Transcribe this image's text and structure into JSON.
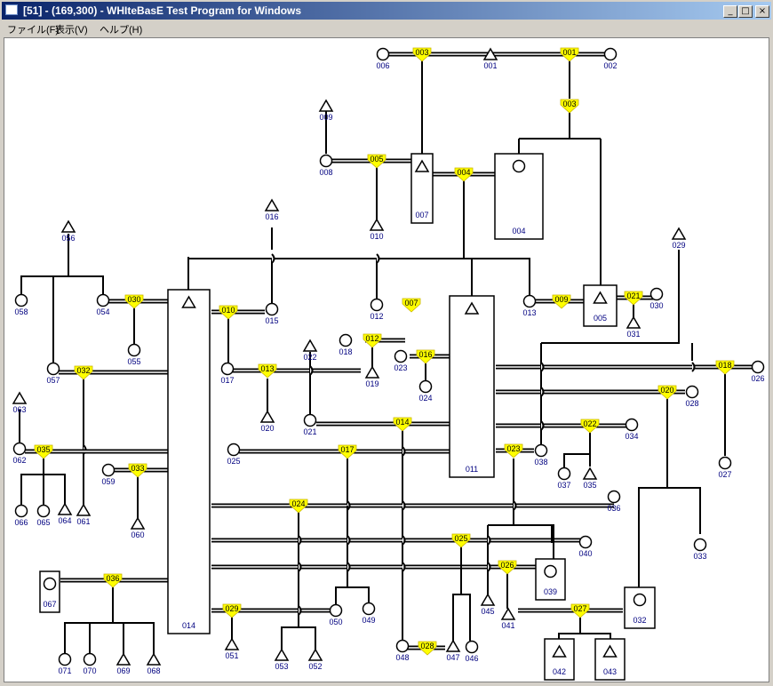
{
  "window": {
    "title": "[51] - (169,300) - WHIteBasE Test Program for Windows"
  },
  "menu": [
    "ファイル(F)",
    "表示(V)",
    "ヘルプ(H)"
  ],
  "title_buttons": {
    "minimize": "_",
    "maximize": "□",
    "close": "×"
  },
  "diagram": {
    "colors": {
      "device": "#ffff00",
      "line": "#000000",
      "label": "#000080"
    },
    "tanks": [
      {
        "id": "004",
        "icon": "circle"
      },
      {
        "id": "005",
        "icon": "triangle"
      },
      {
        "id": "007",
        "icon": "triangle"
      },
      {
        "id": "011",
        "icon": "triangle"
      },
      {
        "id": "014",
        "icon": "triangle"
      },
      {
        "id": "032",
        "icon": "circle"
      },
      {
        "id": "039",
        "icon": "circle"
      },
      {
        "id": "042",
        "icon": "triangle"
      },
      {
        "id": "043",
        "icon": "triangle"
      },
      {
        "id": "067",
        "icon": "circle"
      }
    ],
    "terminals": [
      {
        "id": "001",
        "type": "triangle"
      },
      {
        "id": "002",
        "type": "circle"
      },
      {
        "id": "006",
        "type": "circle"
      },
      {
        "id": "008",
        "type": "circle"
      },
      {
        "id": "009",
        "type": "triangle"
      },
      {
        "id": "010",
        "type": "triangle"
      },
      {
        "id": "012",
        "type": "circle"
      },
      {
        "id": "013",
        "type": "circle"
      },
      {
        "id": "015",
        "type": "circle"
      },
      {
        "id": "016",
        "type": "triangle"
      },
      {
        "id": "017",
        "type": "circle"
      },
      {
        "id": "018",
        "type": "circle"
      },
      {
        "id": "019",
        "type": "triangle"
      },
      {
        "id": "020",
        "type": "triangle"
      },
      {
        "id": "021",
        "type": "circle"
      },
      {
        "id": "022",
        "type": "triangle"
      },
      {
        "id": "023",
        "type": "circle"
      },
      {
        "id": "024",
        "type": "circle"
      },
      {
        "id": "025",
        "type": "circle"
      },
      {
        "id": "026",
        "type": "circle"
      },
      {
        "id": "027",
        "type": "circle"
      },
      {
        "id": "028",
        "type": "circle"
      },
      {
        "id": "029",
        "type": "triangle"
      },
      {
        "id": "030",
        "type": "circle"
      },
      {
        "id": "031",
        "type": "triangle"
      },
      {
        "id": "033",
        "type": "circle"
      },
      {
        "id": "034",
        "type": "circle"
      },
      {
        "id": "035",
        "type": "triangle"
      },
      {
        "id": "036",
        "type": "circle"
      },
      {
        "id": "037",
        "type": "circle"
      },
      {
        "id": "038",
        "type": "circle"
      },
      {
        "id": "040",
        "type": "circle"
      },
      {
        "id": "041",
        "type": "triangle"
      },
      {
        "id": "045",
        "type": "triangle"
      },
      {
        "id": "046",
        "type": "circle"
      },
      {
        "id": "047",
        "type": "triangle"
      },
      {
        "id": "048",
        "type": "circle"
      },
      {
        "id": "049",
        "type": "circle"
      },
      {
        "id": "050",
        "type": "circle"
      },
      {
        "id": "051",
        "type": "triangle"
      },
      {
        "id": "052",
        "type": "triangle"
      },
      {
        "id": "053",
        "type": "triangle"
      },
      {
        "id": "054",
        "type": "circle"
      },
      {
        "id": "055",
        "type": "circle"
      },
      {
        "id": "056",
        "type": "triangle"
      },
      {
        "id": "057",
        "type": "circle"
      },
      {
        "id": "058",
        "type": "circle"
      },
      {
        "id": "059",
        "type": "circle"
      },
      {
        "id": "060",
        "type": "triangle"
      },
      {
        "id": "061",
        "type": "triangle"
      },
      {
        "id": "062",
        "type": "circle"
      },
      {
        "id": "063",
        "type": "triangle"
      },
      {
        "id": "064",
        "type": "triangle"
      },
      {
        "id": "065",
        "type": "circle"
      },
      {
        "id": "066",
        "type": "circle"
      },
      {
        "id": "068",
        "type": "triangle"
      },
      {
        "id": "069",
        "type": "triangle"
      },
      {
        "id": "070",
        "type": "circle"
      },
      {
        "id": "071",
        "type": "circle"
      }
    ],
    "devices": [
      "001",
      "003",
      "003",
      "004",
      "005",
      "007",
      "009",
      "010",
      "012",
      "013",
      "014",
      "016",
      "017",
      "018",
      "020",
      "021",
      "022",
      "023",
      "024",
      "025",
      "026",
      "027",
      "028",
      "029",
      "030",
      "032",
      "033",
      "035",
      "036"
    ]
  }
}
